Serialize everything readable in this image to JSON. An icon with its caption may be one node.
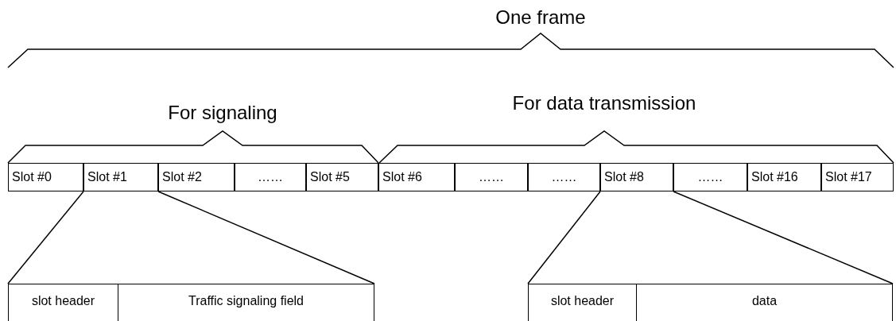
{
  "diagram": {
    "nodes": [
      {
        "text": [
          "Slot #0"
        ]
      },
      {
        "text": [
          "Slot #1"
        ]
      },
      {
        "text": [
          "Slot #2"
        ]
      },
      {
        "text": [
          "……"
        ]
      },
      {
        "text": [
          "Slot #5"
        ]
      },
      {
        "text": [
          "Slot #6"
        ]
      },
      {
        "text": [
          "……"
        ]
      },
      {
        "text": [
          "……"
        ]
      },
      {
        "text": [
          "Slot #8"
        ]
      },
      {
        "text": [
          "……"
        ]
      },
      {
        "text": [
          "Slot #16"
        ]
      },
      {
        "text": [
          "Slot #17"
        ]
      },
      {
        "text": [
          "slot header"
        ]
      },
      {
        "text": [
          "Traffic signaling field"
        ]
      },
      {
        "text": [
          "slot header"
        ]
      },
      {
        "text": [
          "data"
        ]
      }
    ],
    "edges": [
      {
        "from": 1,
        "to": 12,
        "arrow": "none"
      },
      {
        "from": 1,
        "to": 13,
        "arrow": "none"
      },
      {
        "from": 8,
        "to": 14,
        "arrow": "none"
      },
      {
        "from": 8,
        "to": 15,
        "arrow": "none"
      }
    ],
    "labels": [
      "One frame",
      "For signaling",
      "For data transmission"
    ]
  }
}
